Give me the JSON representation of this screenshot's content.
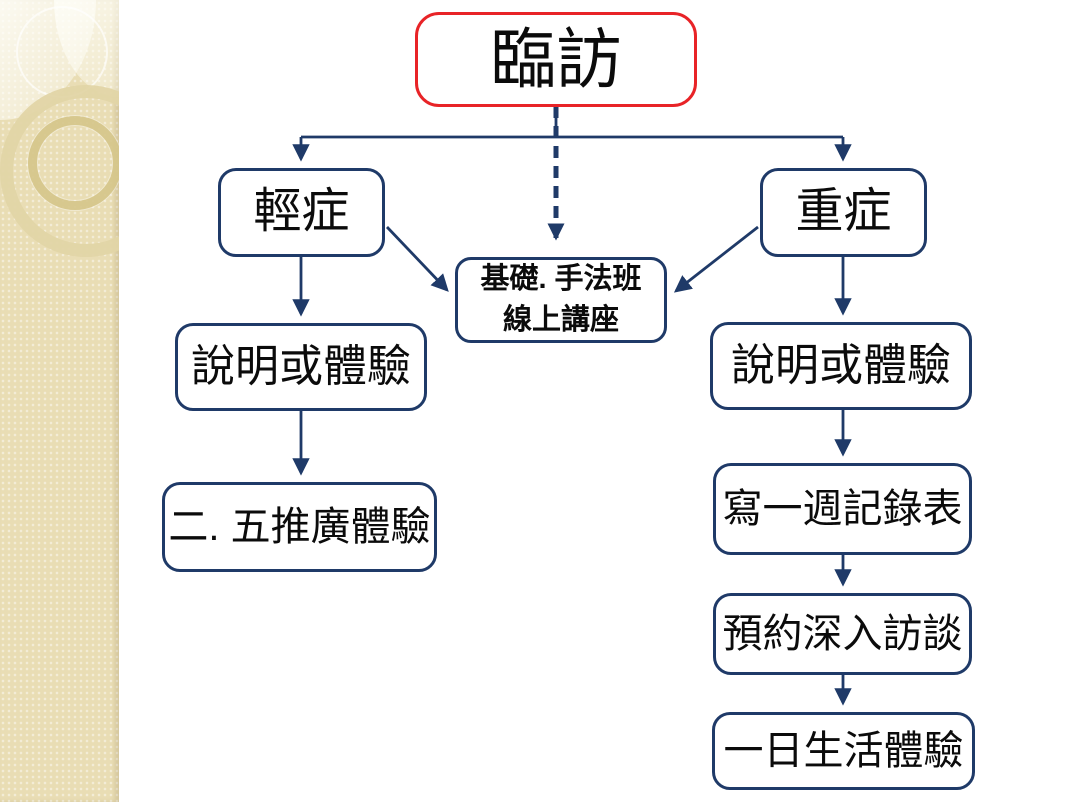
{
  "colors": {
    "accent-navy": "#1f3a68",
    "accent-red": "#e82327",
    "sidebar-base": "#e9ddb4"
  },
  "nodes": {
    "visit": {
      "label": "臨訪"
    },
    "mild": {
      "label": "輕症"
    },
    "severe": {
      "label": "重症"
    },
    "course": {
      "line1": "基礎. 手法班",
      "line2": "線上講座"
    },
    "mild_intro": {
      "label": "說明或體驗"
    },
    "mild_promo": {
      "label": "二. 五推廣體驗"
    },
    "severe_intro": {
      "label": "說明或體驗"
    },
    "weekly_record": {
      "label": "寫一週記錄表"
    },
    "interview": {
      "label": "預約深入訪談"
    },
    "day_experience": {
      "label": "一日生活體驗"
    }
  }
}
